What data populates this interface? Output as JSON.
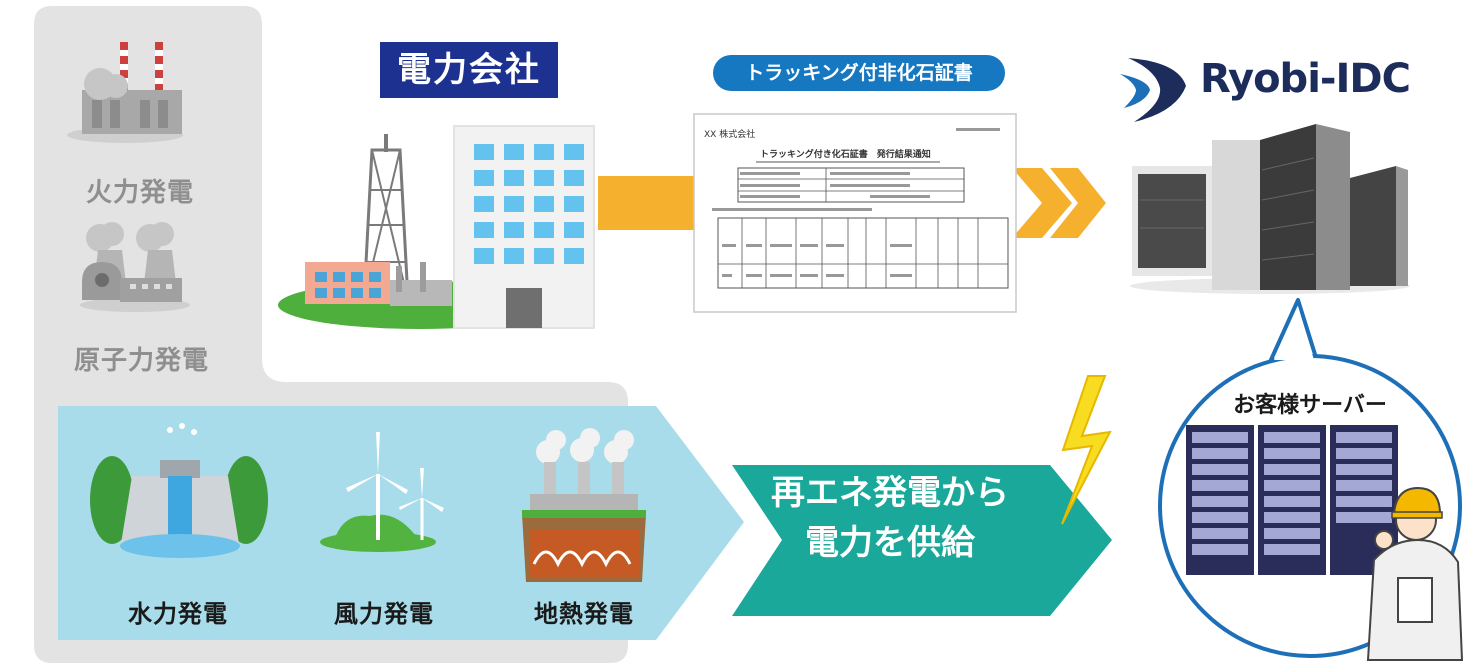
{
  "conventional": {
    "thermal_label": "火力発電",
    "nuclear_label": "原子力発電"
  },
  "renewable": {
    "hydro_label": "水力発電",
    "wind_label": "風力発電",
    "geothermal_label": "地熱発電"
  },
  "company_badge": "電力会社",
  "certificate": {
    "pill_label": "トラッキング付非化石証書",
    "doc_company": "XX 株式会社",
    "doc_title": "トラッキング付き化石証書　発行結果通知"
  },
  "brand": {
    "name": "Ryobi-IDC",
    "color": "#1c2c5b"
  },
  "supply_message": {
    "line1": "再エネ発電から",
    "line2": "電力を供給"
  },
  "customer": {
    "title": "お客様サーバー"
  },
  "colors": {
    "gray_panel": "#e3e3e3",
    "renewable_panel": "#a9dcea",
    "supply_arrow": "#1aa89a",
    "orange_arrow": "#f5b12e",
    "badge_navy": "#1d3290",
    "pill_blue": "#1678c0",
    "bubble_border": "#1d6fb8"
  }
}
